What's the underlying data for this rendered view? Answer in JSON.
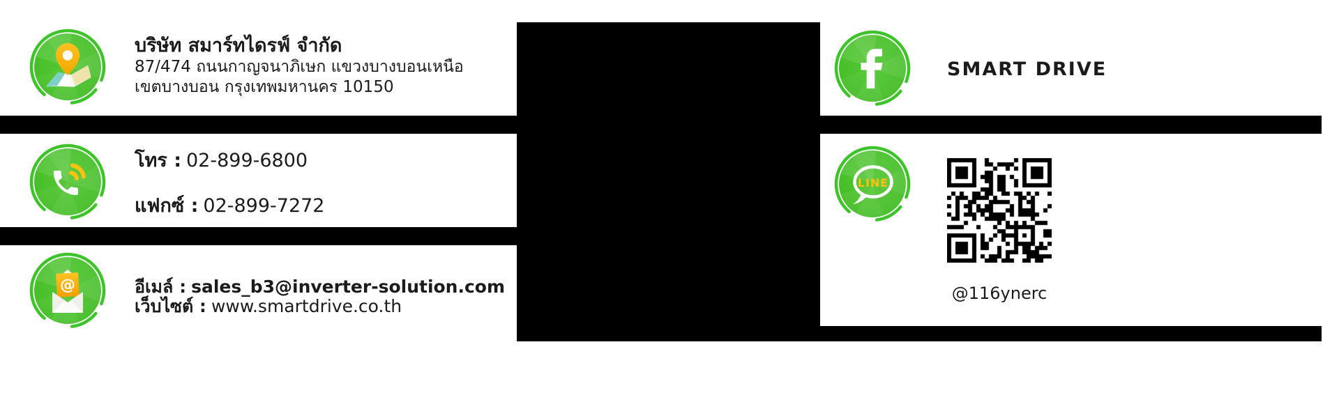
{
  "colors": {
    "green": "#3EC42A",
    "green_disc": "#4CC32E",
    "green_disc_edge": "#3FBB22",
    "yellow": "#F7B50C",
    "line_yellow": "#FFC20E",
    "map_teal": "#7ED0C8",
    "map_sand": "#EFE3AC",
    "text": "#1B1B1B",
    "black": "#000000",
    "bg": "#FFFFFF"
  },
  "company": {
    "name": "บริษัท สมาร์ทไดรฟ์ จำกัด",
    "address_line1": "87/474 ถนนกาญจนาภิเษก แขวงบางบอนเหนือ",
    "address_line2": "เขตบางบอน กรุงเทพมหานคร 10150"
  },
  "contact": {
    "phone": {
      "label": "โทร :",
      "value": "02-899-6800"
    },
    "fax": {
      "label": "แฟกซ์ :",
      "value": "02-899-7272"
    },
    "email": {
      "label": "อีเมล์ :",
      "value": "sales_b3@inverter-solution.com"
    },
    "website": {
      "label": "เว็บไซต์ :",
      "value": "www.smartdrive.co.th"
    }
  },
  "social": {
    "facebook": {
      "page_name": "SMART DRIVE"
    },
    "line": {
      "id": "@116ynerc",
      "bubble_text": "LINE"
    }
  },
  "icons": {
    "location": "location-map-pin-icon",
    "phone": "phone-handset-icon",
    "email": "email-envelope-icon",
    "facebook": "facebook-f-icon",
    "line": "line-app-icon",
    "qr": "line-qr-code"
  }
}
